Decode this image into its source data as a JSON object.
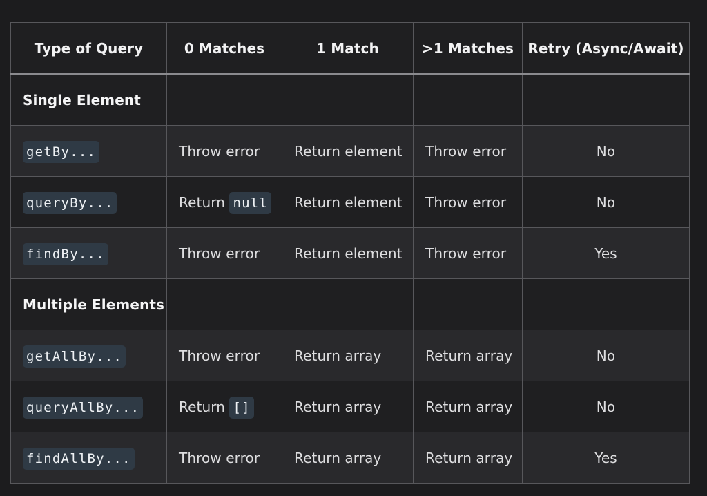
{
  "headers": {
    "type": "Type of Query",
    "zero": "0 Matches",
    "one": "1 Match",
    "many": ">1 Matches",
    "retry": "Retry (Async/Await)"
  },
  "sections": {
    "single": "Single Element",
    "multiple": "Multiple Elements"
  },
  "rows": [
    {
      "query": "getBy...",
      "zero": "Throw error",
      "one": "Return element",
      "many": "Throw error",
      "retry": "No"
    },
    {
      "query": "queryBy...",
      "zero_prefix": "Return",
      "zero_code": "null",
      "one": "Return element",
      "many": "Throw error",
      "retry": "No"
    },
    {
      "query": "findBy...",
      "zero": "Throw error",
      "one": "Return element",
      "many": "Throw error",
      "retry": "Yes"
    },
    {
      "query": "getAllBy...",
      "zero": "Throw error",
      "one": "Return array",
      "many": "Return array",
      "retry": "No"
    },
    {
      "query": "queryAllBy...",
      "zero_prefix": "Return",
      "zero_code": "[]",
      "one": "Return array",
      "many": "Return array",
      "retry": "No"
    },
    {
      "query": "findAllBy...",
      "zero": "Throw error",
      "one": "Return array",
      "many": "Return array",
      "retry": "Yes"
    }
  ]
}
